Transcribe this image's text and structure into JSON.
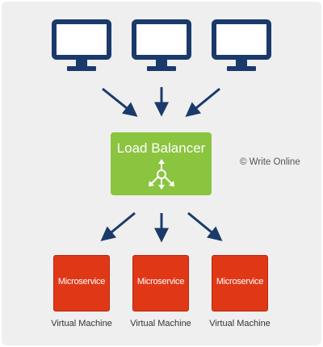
{
  "clients": [
    {
      "icon": "monitor-icon"
    },
    {
      "icon": "monitor-icon"
    },
    {
      "icon": "monitor-icon"
    }
  ],
  "load_balancer": {
    "label": "Load Balancer",
    "icon": "balancer-arrows-icon",
    "color": "#8bc43f"
  },
  "copyright": "© Write Online",
  "microservices": [
    {
      "label": "Microservice",
      "caption": "Virtual Machine"
    },
    {
      "label": "Microservice",
      "caption": "Virtual Machine"
    },
    {
      "label": "Microservice",
      "caption": "Virtual Machine"
    }
  ],
  "colors": {
    "monitor": "#1a3a6b",
    "arrow": "#1a3a6b",
    "microservice": "#e03816",
    "background": "#efefef"
  }
}
